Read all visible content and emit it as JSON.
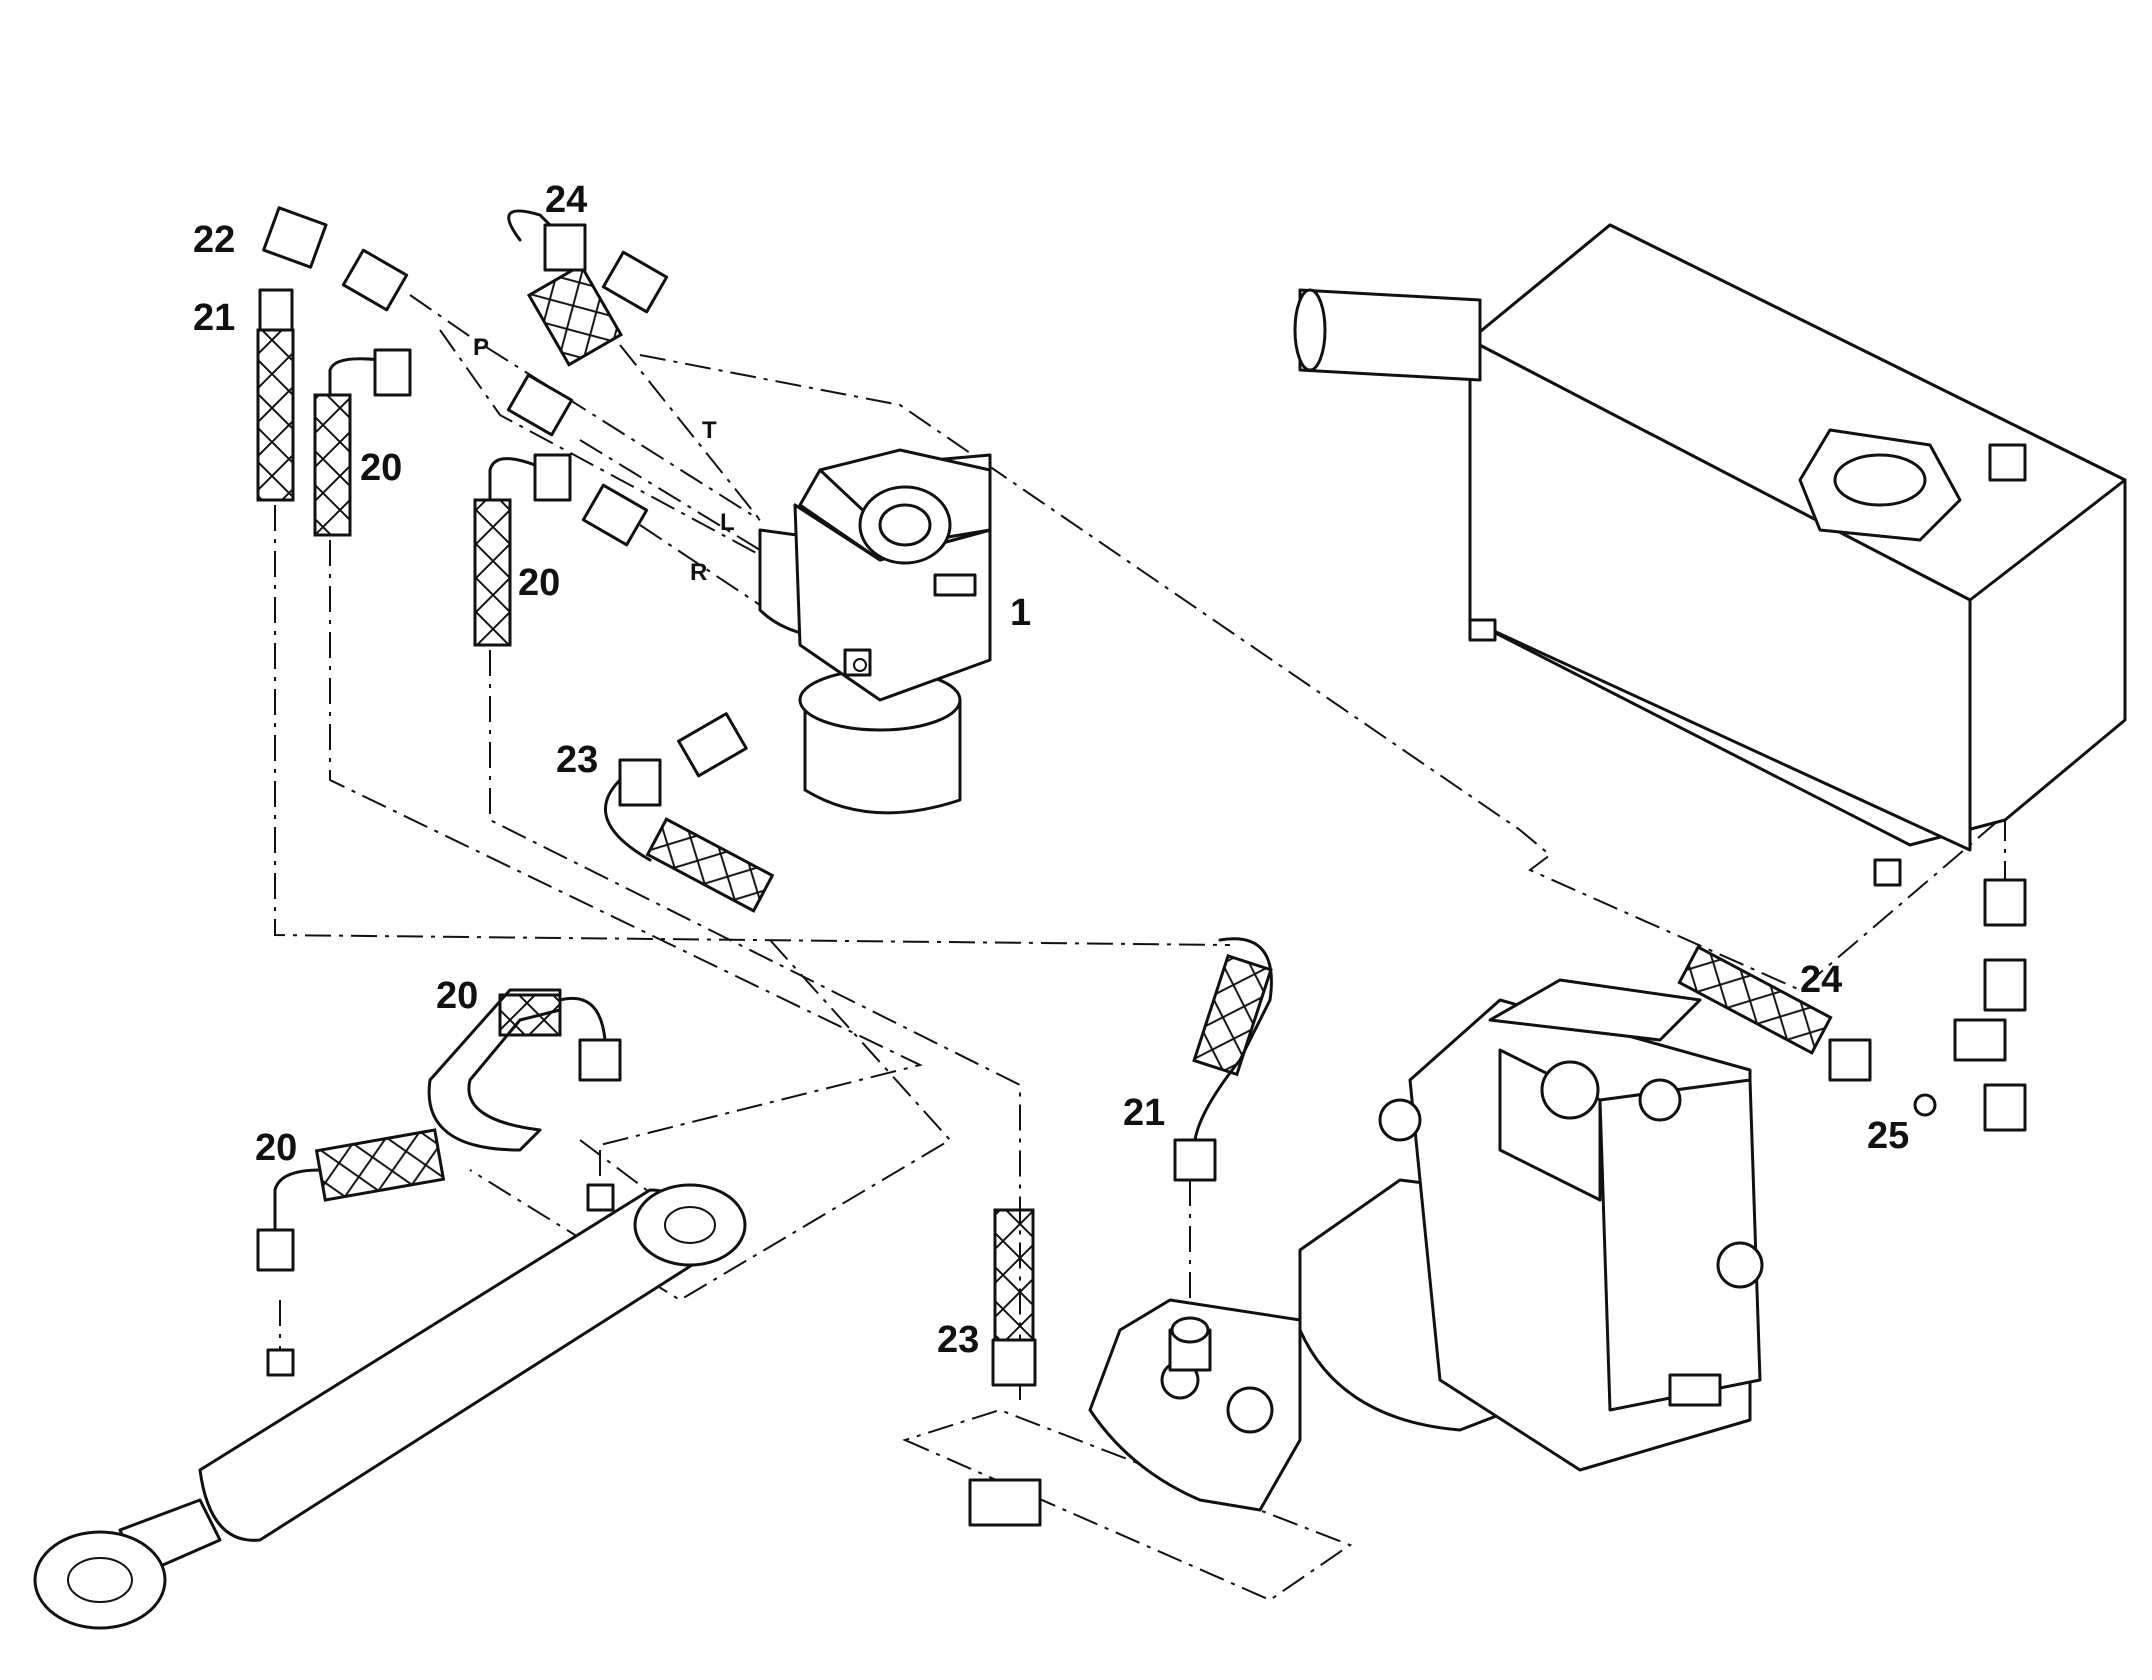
{
  "diagram": {
    "callouts": {
      "c22": "22",
      "c21_top": "21",
      "c20_a": "20",
      "c20_b": "20",
      "c24_top": "24",
      "c1": "1",
      "c23_top": "23",
      "c20_c": "20",
      "c20_d": "20",
      "c23_bottom": "23",
      "c21_bottom": "21",
      "c24_right": "24",
      "c25": "25"
    },
    "ports": {
      "p": "P",
      "t": "T",
      "l": "L",
      "r": "R"
    }
  }
}
